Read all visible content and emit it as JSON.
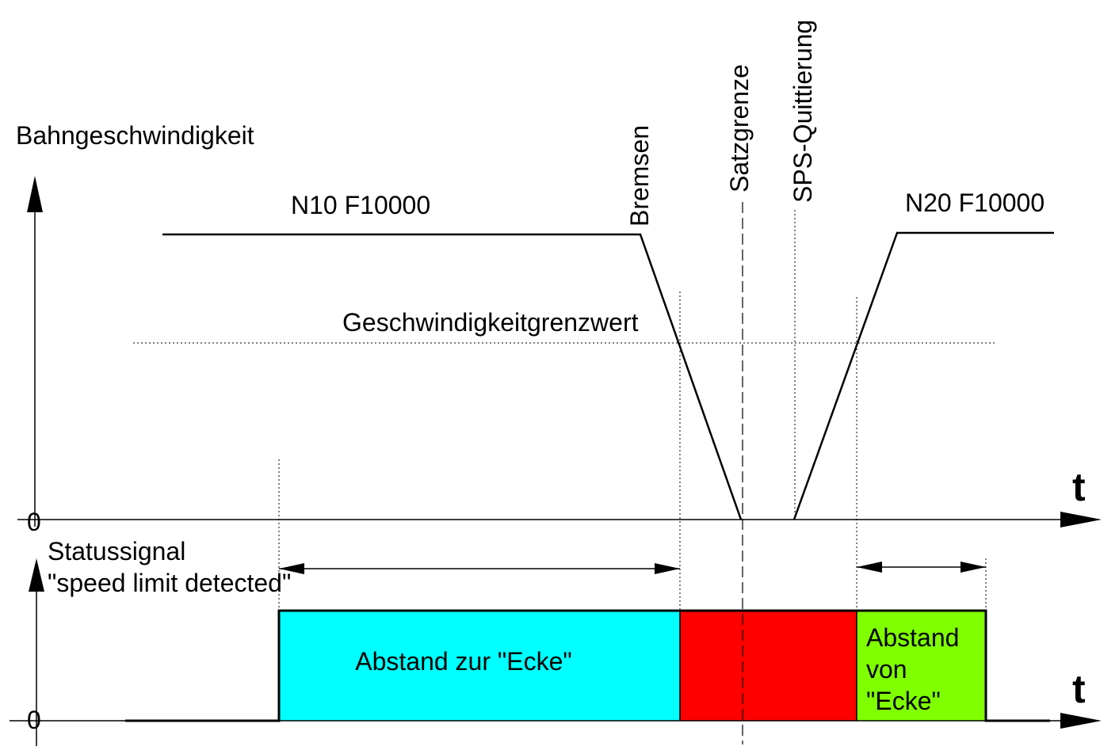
{
  "upper_chart": {
    "y_axis_label": "Bahngeschwindigkeit",
    "x_axis_label": "t",
    "zero_label": "0",
    "block1_label": "N10 F10000",
    "block2_label": "N20 F10000",
    "threshold_label": "Geschwindigkeitgrenzwert",
    "event_bremsen": "Bremsen",
    "event_satzgrenze": "Satzgrenze",
    "event_sps": "SPS-Quittierung"
  },
  "lower_chart": {
    "y_axis_label_line1": "Statussignal",
    "y_axis_label_line2": "\"speed limit detected\"",
    "x_axis_label": "t",
    "zero_label": "0",
    "region1_label": "Abstand zur \"Ecke\"",
    "region3_label_line1": "Abstand",
    "region3_label_line2": "von",
    "region3_label_line3": "\"Ecke\""
  },
  "colors": {
    "region_before": "#00ffff",
    "region_middle": "#ff0000",
    "region_after": "#80ff00"
  }
}
